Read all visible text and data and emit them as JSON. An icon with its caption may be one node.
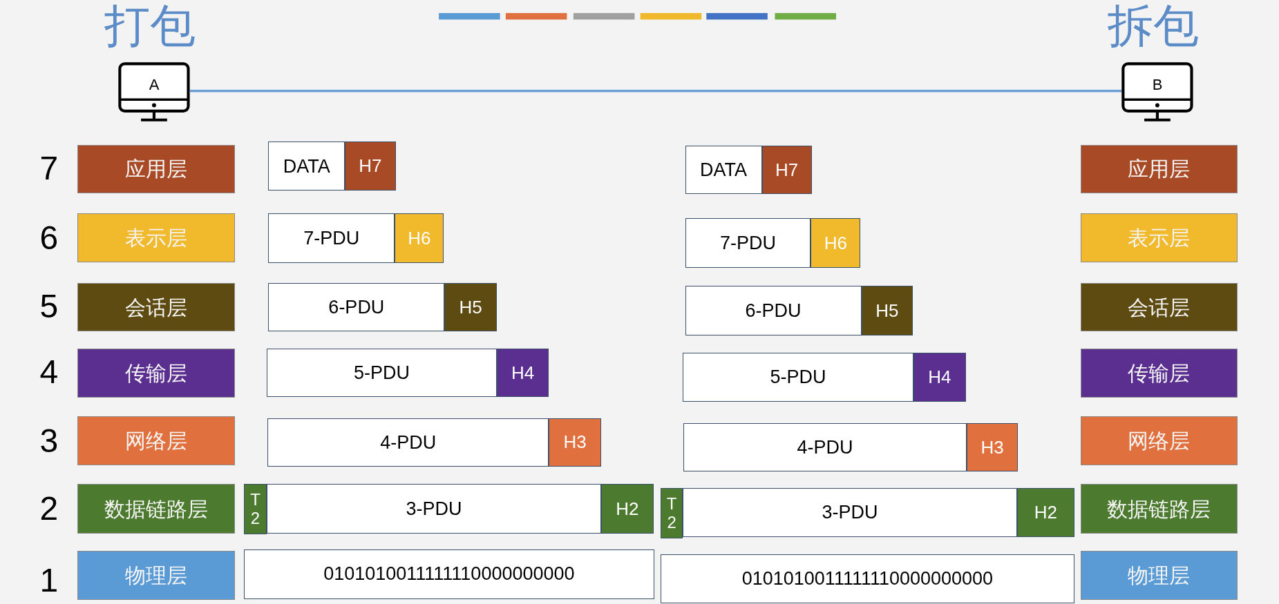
{
  "diagram": {
    "nodes": [
      {
        "text": [
          "A"
        ],
        "beside": [
          "打包"
        ]
      },
      {
        "text": [
          "B"
        ],
        "beside": [
          "拆包"
        ]
      },
      {
        "text": [
          "应用层"
        ]
      },
      {
        "text": [
          "DATA"
        ]
      },
      {
        "text": [
          "H7"
        ]
      },
      {
        "text": [
          "DATA"
        ]
      },
      {
        "text": [
          "H7"
        ]
      },
      {
        "text": [
          "应用层"
        ]
      },
      {
        "text": [
          "表示层"
        ]
      },
      {
        "text": [
          "7-PDU"
        ]
      },
      {
        "text": [
          "H6"
        ]
      },
      {
        "text": [
          "7-PDU"
        ]
      },
      {
        "text": [
          "H6"
        ]
      },
      {
        "text": [
          "表示层"
        ]
      },
      {
        "text": [
          "会话层"
        ]
      },
      {
        "text": [
          "6-PDU"
        ]
      },
      {
        "text": [
          "H5"
        ]
      },
      {
        "text": [
          "6-PDU"
        ]
      },
      {
        "text": [
          "H5"
        ]
      },
      {
        "text": [
          "会话层"
        ]
      },
      {
        "text": [
          "传输层"
        ]
      },
      {
        "text": [
          "5-PDU"
        ]
      },
      {
        "text": [
          "H4"
        ]
      },
      {
        "text": [
          "5-PDU"
        ]
      },
      {
        "text": [
          "H4"
        ]
      },
      {
        "text": [
          "传输层"
        ]
      },
      {
        "text": [
          "网络层"
        ]
      },
      {
        "text": [
          "4-PDU"
        ]
      },
      {
        "text": [
          "H3"
        ]
      },
      {
        "text": [
          "4-PDU"
        ]
      },
      {
        "text": [
          "H3"
        ]
      },
      {
        "text": [
          "网络层"
        ]
      },
      {
        "text": [
          "数据链路层"
        ]
      },
      {
        "text": [
          "T2"
        ]
      },
      {
        "text": [
          "3-PDU"
        ]
      },
      {
        "text": [
          "H2"
        ]
      },
      {
        "text": [
          "T2"
        ]
      },
      {
        "text": [
          "3-PDU"
        ]
      },
      {
        "text": [
          "H2"
        ]
      },
      {
        "text": [
          "数据链路层"
        ]
      },
      {
        "text": [
          "物理层"
        ]
      },
      {
        "text": [
          "0101010011111110000000000"
        ]
      },
      {
        "text": [
          "0101010011111110000000000"
        ]
      },
      {
        "text": [
          "物理层"
        ]
      }
    ],
    "edges": [
      {
        "from": 0,
        "to": 1,
        "arrow": "none"
      }
    ],
    "labels": [
      "7",
      "6",
      "5",
      "4",
      "3",
      "2",
      "1"
    ]
  }
}
